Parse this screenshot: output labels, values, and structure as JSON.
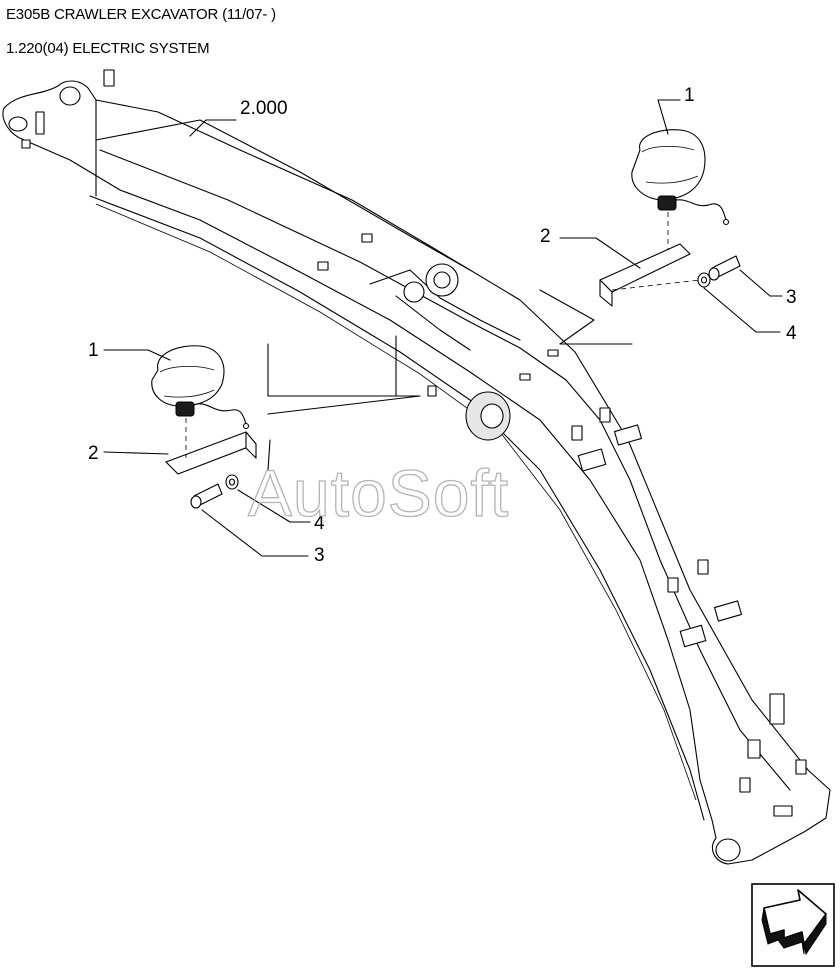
{
  "header": {
    "model_title": "E305B CRAWLER EXCAVATOR (11/07- )",
    "section_title": "1.220(04) ELECTRIC SYSTEM"
  },
  "diagram": {
    "assembly_ref": "2.000",
    "callouts": {
      "upper_lamp": "1",
      "upper_bracket": "2",
      "upper_bolt": "3",
      "upper_washer": "4",
      "lower_lamp": "1",
      "lower_bracket": "2",
      "lower_bolt": "3",
      "lower_washer": "4"
    },
    "watermark": "AutoSoft"
  },
  "navigation": {
    "next_icon": "next-page-arrow-icon"
  }
}
